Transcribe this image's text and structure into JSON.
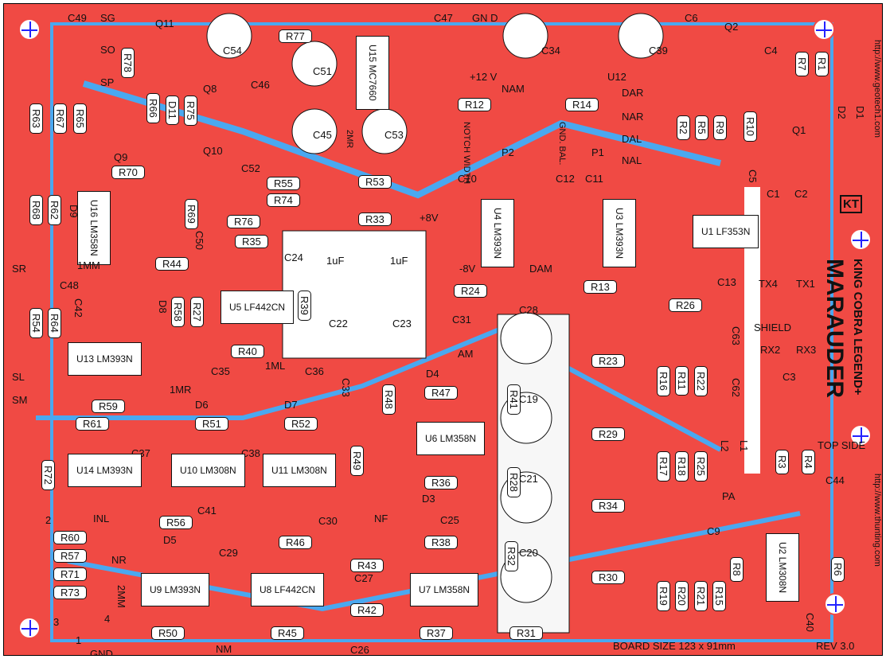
{
  "board": {
    "title": "KING COBRA LEGEND+",
    "name": "MARAUDER",
    "logo": "KT",
    "url1": "http://www.geotech1.com",
    "url2": "http://www.thunting.com",
    "side": "TOP SIDE",
    "size": "BOARD SIZE 123 x 91mm",
    "rev": "REV 3.0",
    "colors": {
      "copper": "#f04a44",
      "trace_bottom": "#4aa8f0",
      "silk": "#111111",
      "pad": "#c0c0c0"
    }
  },
  "labels": [
    "R77",
    "R78",
    "R63",
    "R67",
    "R65",
    "R66",
    "D11",
    "R75",
    "R12",
    "R14",
    "R2",
    "R5",
    "R9",
    "R10",
    "R7",
    "R1",
    "D2",
    "D1",
    "R70",
    "R55",
    "R74",
    "R53",
    "R68",
    "R62",
    "D9",
    "R69",
    "R76",
    "R35",
    "R33",
    "R44",
    "R24",
    "R13",
    "R26",
    "R39",
    "R54",
    "R64",
    "D8",
    "R58",
    "R27",
    "R40",
    "R23",
    "R16",
    "R11",
    "R22",
    "D4",
    "R47",
    "R48",
    "R41",
    "D6",
    "D7",
    "R59",
    "R61",
    "R51",
    "R52",
    "R29",
    "R17",
    "R18",
    "R25",
    "L2",
    "L1",
    "R3",
    "R4",
    "R72",
    "R49",
    "R28",
    "R36",
    "D3",
    "R34",
    "R56",
    "D5",
    "R46",
    "R43",
    "R38",
    "R32",
    "R30",
    "R8",
    "R6",
    "R60",
    "R57",
    "R71",
    "R73",
    "R42",
    "R50",
    "R45",
    "R37",
    "R31",
    "R19",
    "R20",
    "R21",
    "R15",
    "C49",
    "C6",
    "C47",
    "C54",
    "C51",
    "C46",
    "C45",
    "C53",
    "C52",
    "C34",
    "C39",
    "C4",
    "C5",
    "C10",
    "C12",
    "C11",
    "C1",
    "C2",
    "C50",
    "C24",
    "C48",
    "C42",
    "C22",
    "C23",
    "C31",
    "C28",
    "C13",
    "C63",
    "C62",
    "C3",
    "C35",
    "C36",
    "C33",
    "C19",
    "C37",
    "C38",
    "C21",
    "C41",
    "C30",
    "C25",
    "C9",
    "C29",
    "C27",
    "C20",
    "C26",
    "C44",
    "C40",
    "U15 MC7660",
    "U12",
    "U16 LM358N",
    "U4 LM393N",
    "U3 LM393N",
    "U1 LF353N",
    "U5 LF442CN",
    "U13 LM393N",
    "U6 LM358N",
    "U14 LM393N",
    "U10 LM308N",
    "U11 LM308N",
    "U9 LM393N",
    "U8 LF442CN",
    "U7 LM358N",
    "U2 LM308N",
    "Q11",
    "Q8",
    "Q9",
    "Q10",
    "Q2",
    "Q1",
    "SG",
    "SO",
    "SP",
    "GN D",
    "+12 V",
    "NAM",
    "NOTCH WIDTH",
    "GND. BAL.",
    "P2",
    "P1",
    "DAR",
    "NAR",
    "DAL",
    "NAL",
    "2MR",
    "+8V",
    "-8V",
    "DAM",
    "1uF",
    "1uF",
    "1MM",
    "SR",
    "1ML",
    "AM",
    "1MR",
    "SL",
    "SM",
    "TX4",
    "TX1",
    "SHIELD",
    "RX2",
    "RX3",
    "PA",
    "NF",
    "NR",
    "INL",
    "2",
    "2MM",
    "3",
    "4",
    "1",
    "GND",
    "NM"
  ]
}
